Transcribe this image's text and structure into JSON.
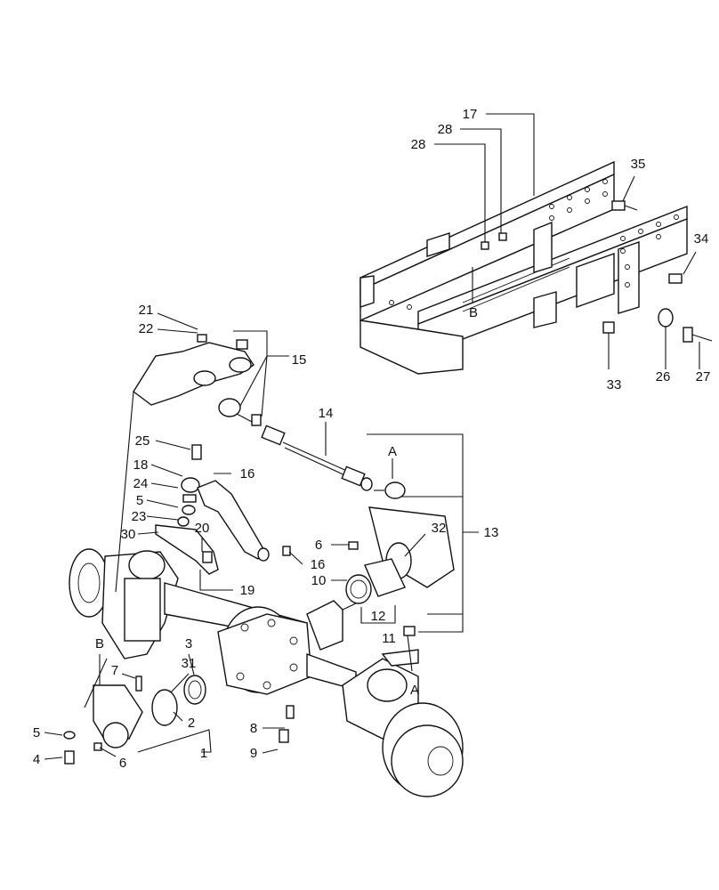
{
  "callouts": {
    "c17": "17",
    "c28a": "28",
    "c28b": "28",
    "c35": "35",
    "c34": "34",
    "cB_frame": "B",
    "c33": "33",
    "c26": "26",
    "c27": "27",
    "c21": "21",
    "c22": "22",
    "c15": "15",
    "c14": "14",
    "c25": "25",
    "c18": "18",
    "c16a": "16",
    "c24": "24",
    "c5a": "5",
    "c23": "23",
    "c30": "30",
    "c20": "20",
    "c19": "19",
    "cA_top": "A",
    "c32": "32",
    "c13": "13",
    "c6a": "6",
    "c16b": "16",
    "c10": "10",
    "c12": "12",
    "c11": "11",
    "c3": "3",
    "c31": "31",
    "c7": "7",
    "cB_axle": "B",
    "c2": "2",
    "c5b": "5",
    "c4": "4",
    "c6b": "6",
    "c1": "1",
    "c8": "8",
    "c9": "9",
    "cA_bottom": "A"
  }
}
